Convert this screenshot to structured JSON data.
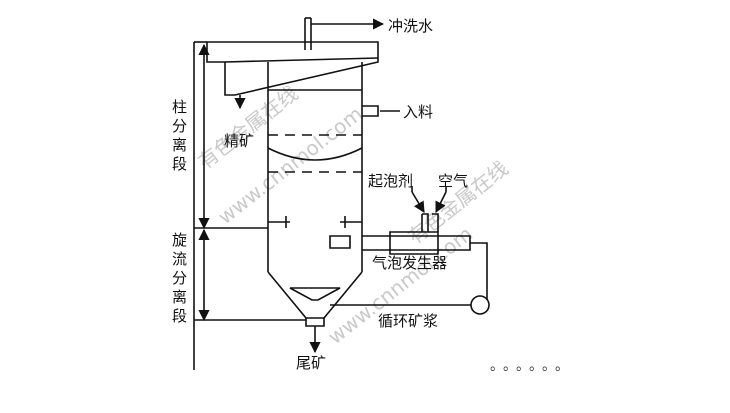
{
  "labels": {
    "wash_water": "冲洗水",
    "concentrate": "精矿",
    "feed": "入料",
    "frother": "起泡剂",
    "air": "空气",
    "bubble_generator": "气泡发生器",
    "circulating_slurry": "循环矿浆",
    "tailings": "尾矿",
    "column_section": [
      "柱",
      "分",
      "离",
      "段"
    ],
    "cyclone_section": [
      "旋",
      "流",
      "分",
      "离",
      "段"
    ]
  },
  "watermark": {
    "text_1": "有色金属在线",
    "text_2": "www.cnnmol.com",
    "text_3": "有色金属在线",
    "text_4": "www.cnnmol.com"
  },
  "footer_dots": "。。。。。。"
}
